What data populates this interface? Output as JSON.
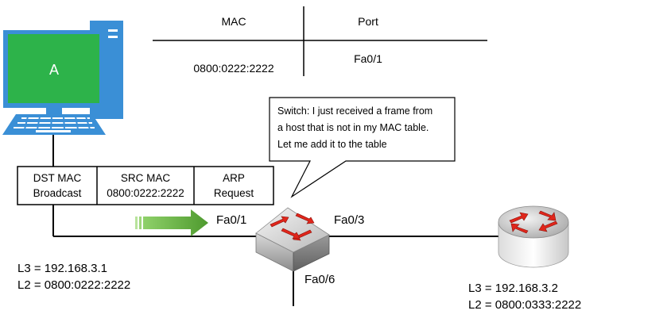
{
  "mac_table": {
    "header_mac": "MAC",
    "header_port": "Port",
    "rows": [
      {
        "mac": "0800:0222:2222",
        "port": "Fa0/1"
      }
    ]
  },
  "host_a": {
    "label": "A",
    "l3": "L3 = 192.168.3.1",
    "l2": "L2 = 0800:0222:2222"
  },
  "frame": {
    "dst_title": "DST MAC",
    "dst_value": "Broadcast",
    "src_title": "SRC MAC",
    "src_value": "0800:0222:2222",
    "payload_title": "ARP",
    "payload_value": "Request"
  },
  "switch": {
    "port_in": "Fa0/1",
    "port_router": "Fa0/3",
    "port_down": "Fa0/6",
    "callout_lines": [
      "Switch: I just received a frame from",
      "a host that is not in my MAC table.",
      "Let me add it to the table"
    ]
  },
  "router": {
    "l3": "L3 = 192.168.3.2",
    "l2": "L2 = 0800:0333:2222"
  },
  "colors": {
    "pc_screen": "#2db34a",
    "pc_body": "#3a8fd6",
    "arrow": "#4e9a2e",
    "switch_arrows": "#e0261b"
  }
}
